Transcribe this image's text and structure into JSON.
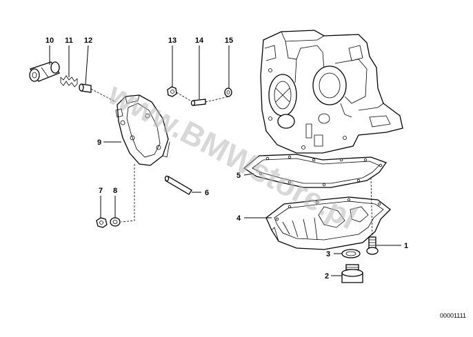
{
  "diagram": {
    "reference_number": "00001111",
    "watermark": "www.BMWstore.pl",
    "callouts": [
      {
        "id": "1",
        "label": "1"
      },
      {
        "id": "2",
        "label": "2"
      },
      {
        "id": "3",
        "label": "3"
      },
      {
        "id": "4",
        "label": "4"
      },
      {
        "id": "5",
        "label": "5"
      },
      {
        "id": "6",
        "label": "6"
      },
      {
        "id": "7",
        "label": "7"
      },
      {
        "id": "8",
        "label": "8"
      },
      {
        "id": "9",
        "label": "9"
      },
      {
        "id": "10",
        "label": "10"
      },
      {
        "id": "11",
        "label": "11"
      },
      {
        "id": "12",
        "label": "12"
      },
      {
        "id": "13",
        "label": "13"
      },
      {
        "id": "14",
        "label": "14"
      },
      {
        "id": "15",
        "label": "15"
      }
    ]
  }
}
